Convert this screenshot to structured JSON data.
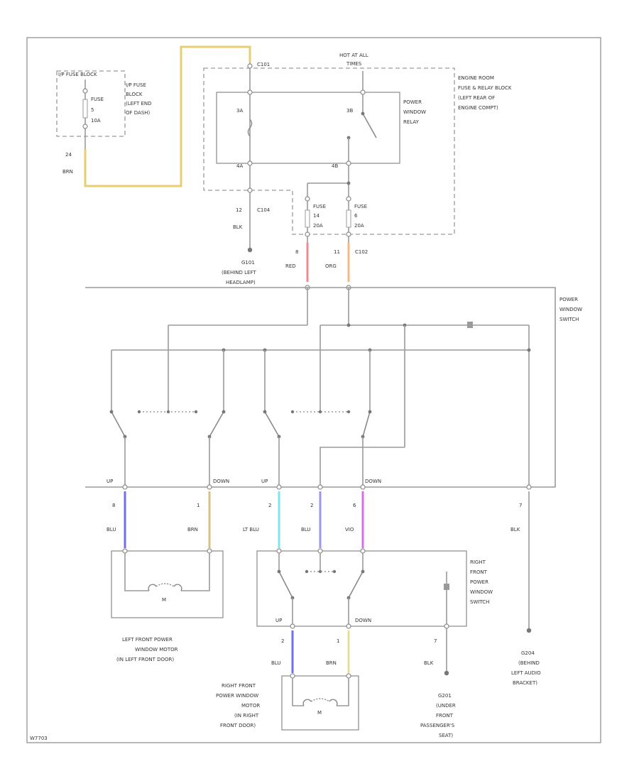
{
  "colors": {
    "wire": "#9a9a9a",
    "yellow": "#e6cf72",
    "red": "#f08a90",
    "orange": "#f3bb84",
    "blue": "#6f6ff0",
    "tan": "#d8bf84",
    "cyan": "#7fe6f0",
    "violet": "#d86ee0",
    "ltblue": "#9a98ee"
  },
  "labels": {
    "hot_at_all": "HOT AT ALL",
    "times": "TIMES",
    "c101": "C101",
    "ip_fuse_block_box": "I/P FUSE BLOCK",
    "fuse_5": "FUSE",
    "fuse_5_num": "5",
    "fuse_5_amp": "10A",
    "ip_fuse_block_desc": [
      "I/P FUSE",
      "BLOCK",
      "(LEFT END",
      "OF DASH)"
    ],
    "pin_24": "24",
    "brn_left": "BRN",
    "erfr_desc": [
      "ENGINE ROOM",
      "FUSE & RELAY BLOCK",
      "(LEFT REAR OF",
      "ENGINE COMPT)"
    ],
    "relay_pin_3a": "3A",
    "relay_pin_3b": "3B",
    "relay_pin_4a": "4A",
    "relay_pin_4b": "4B",
    "relay_desc": [
      "POWER",
      "WINDOW",
      "RELAY"
    ],
    "fuse_14": "FUSE",
    "fuse_14_num": "14",
    "fuse_14_amp": "20A",
    "fuse_6": "FUSE",
    "fuse_6_num": "6",
    "fuse_6_amp": "20A",
    "pin_12": "12",
    "c104": "C104",
    "blk_ground": "BLK",
    "g101": [
      "G101",
      "(BEHIND LEFT",
      "HEADLAMP)"
    ],
    "pin_8": "8",
    "red": "RED",
    "pin_11": "11",
    "c102": "C102",
    "org": "ORG",
    "pws_desc": [
      "POWER",
      "WINDOW",
      "SWITCH"
    ],
    "up_1": "UP",
    "down_1": "DOWN",
    "up_2": "UP",
    "down_2": "DOWN",
    "p8": "8",
    "p1": "1",
    "p2a": "2",
    "p2b": "2",
    "p6": "6",
    "p7": "7",
    "blu": "BLU",
    "brn": "BRN",
    "lt_blu": "LT BLU",
    "blu2": "BLU",
    "vio": "VIO",
    "blk": "BLK",
    "motor_m": "M",
    "lfpwm": [
      "LEFT FRONT POWER",
      "WINDOW MOTOR",
      "(IN LEFT FRONT DOOR)"
    ],
    "rfpws": [
      "RIGHT",
      "FRONT",
      "POWER",
      "WINDOW",
      "SWITCH"
    ],
    "up_3": "UP",
    "down_3": "DOWN",
    "rp2": "2",
    "rp1": "1",
    "rp7": "7",
    "blu3": "BLU",
    "brn3": "BRN",
    "blk3": "BLK",
    "rfpwm": [
      "RIGHT FRONT",
      "POWER WINDOW",
      "MOTOR",
      "(IN RIGHT",
      "FRONT DOOR)"
    ],
    "g201": [
      "G201",
      "(UNDER",
      "FRONT",
      "PASSENGER'S",
      "SEAT)"
    ],
    "g204": [
      "G204",
      "(BEHIND",
      "LEFT AUDIO",
      "BRACKET)"
    ],
    "code": "W7703"
  }
}
